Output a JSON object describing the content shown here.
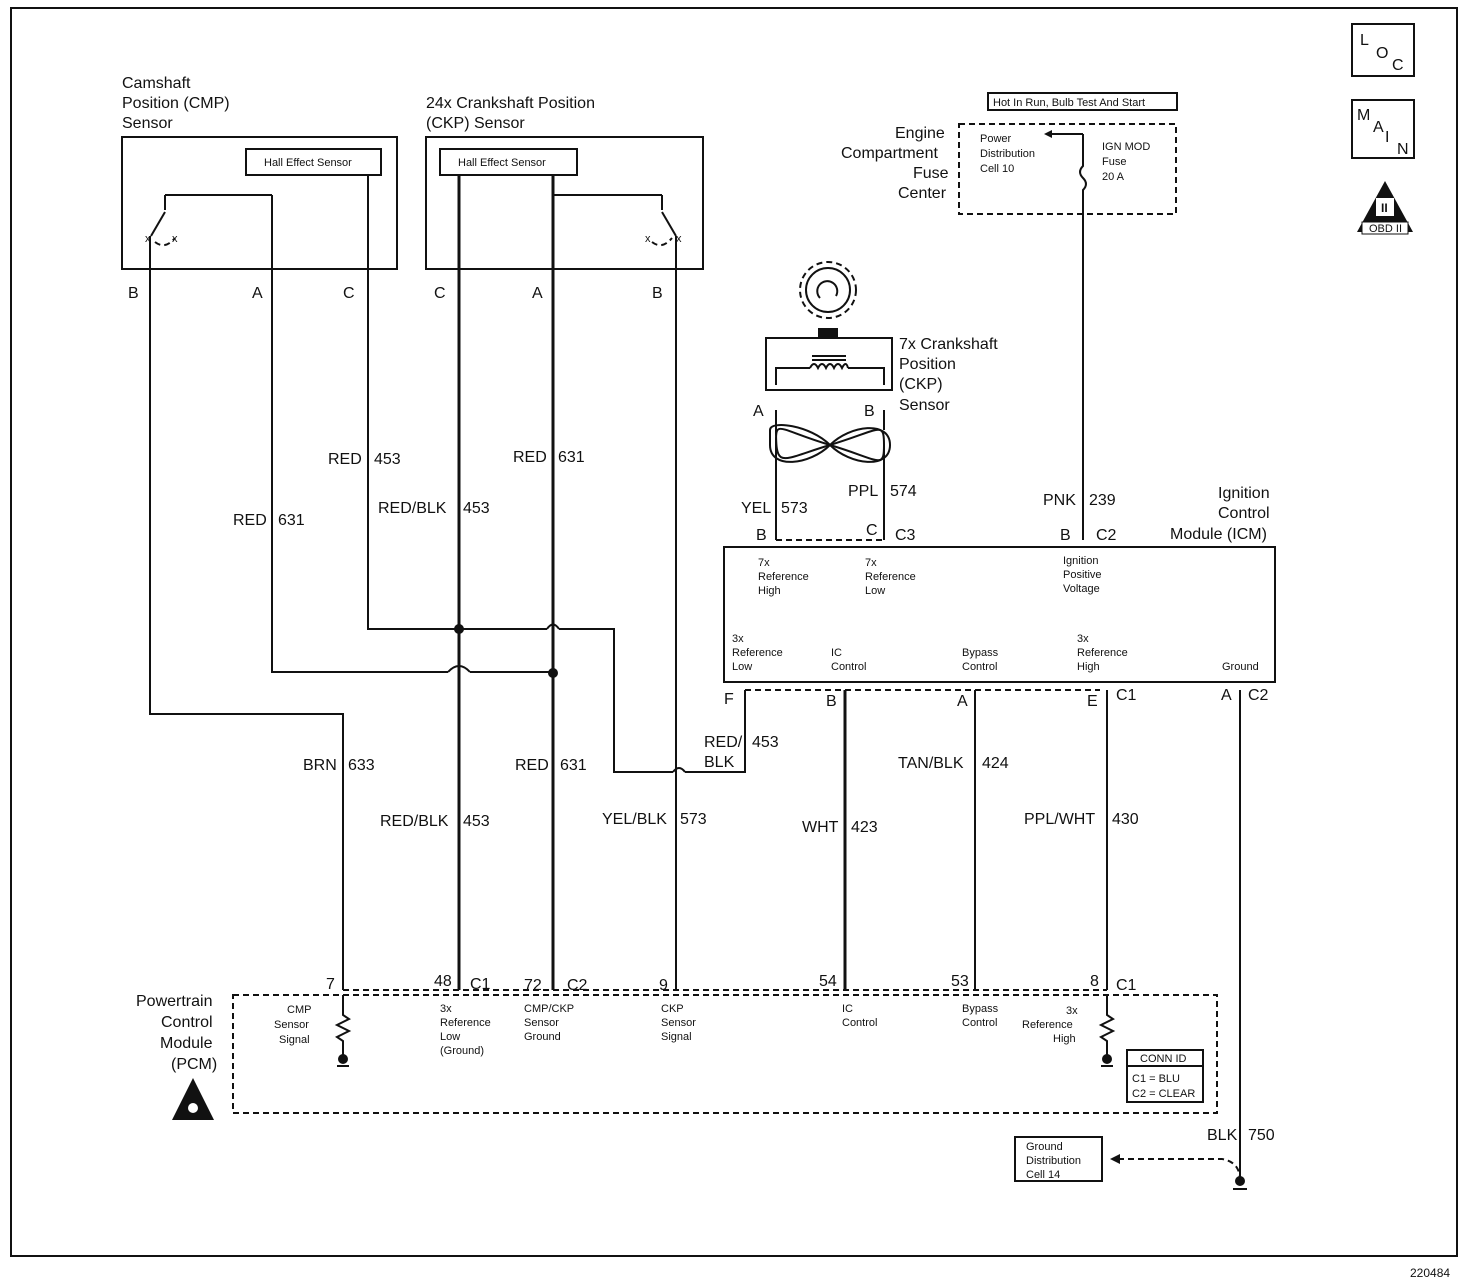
{
  "figure_id": "220484",
  "badges": {
    "loc": [
      "L",
      "O",
      "C"
    ],
    "main": [
      "M",
      "A",
      "I",
      "N"
    ],
    "obd": "OBD II",
    "obd_mark": "II"
  },
  "cmp_sensor": {
    "title": [
      "Camshaft",
      "Position (CMP)",
      "Sensor"
    ],
    "hall": "Hall Effect Sensor",
    "pins": [
      "B",
      "A",
      "C"
    ]
  },
  "ckp24_sensor": {
    "title": [
      "24x Crankshaft Position",
      "(CKP) Sensor"
    ],
    "hall": "Hall Effect Sensor",
    "pins": [
      "C",
      "A",
      "B"
    ]
  },
  "ckp7_sensor": {
    "title": [
      "7x Crankshaft",
      "Position",
      "(CKP)",
      "Sensor"
    ],
    "pins": [
      "A",
      "B"
    ]
  },
  "fuse_center": {
    "title": [
      "Engine",
      "Compartment",
      "Fuse",
      "Center"
    ],
    "hot_label": "Hot In Run, Bulb Test And Start",
    "power_dist": [
      "Power",
      "Distribution",
      "Cell 10"
    ],
    "fuse": [
      "IGN MOD",
      "Fuse",
      "20 A"
    ]
  },
  "icm": {
    "title": [
      "Ignition",
      "Control",
      "Module (ICM)"
    ],
    "top_labels": [
      [
        "7x",
        "Reference",
        "High"
      ],
      [
        "7x",
        "Reference",
        "Low"
      ],
      [
        "Ignition",
        "Positive",
        "Voltage"
      ]
    ],
    "bottom_labels": [
      [
        "3x",
        "Reference",
        "Low"
      ],
      [
        "IC",
        "Control"
      ],
      [
        "Bypass",
        "Control"
      ],
      [
        "3x",
        "Reference",
        "High"
      ],
      [
        "Ground"
      ]
    ],
    "top_pins": [
      "B",
      "C",
      "C3",
      "B",
      "C2"
    ],
    "bottom_pins": [
      "F",
      "B",
      "A",
      "E",
      "C1",
      "A",
      "C2"
    ]
  },
  "wires": {
    "cmp_b": [
      "BRN",
      "633"
    ],
    "cmp_a": [
      "RED",
      "631"
    ],
    "cmp_c": [
      "RED",
      "453"
    ],
    "ckp_c_top": [
      "RED/BLK",
      "453"
    ],
    "ckp_a_top": [
      "RED",
      "631"
    ],
    "redblk_icm": [
      "RED/",
      "BLK",
      "453"
    ],
    "ckp_c_bot": [
      "RED/BLK",
      "453"
    ],
    "ckp_a_bot": [
      "RED",
      "631"
    ],
    "ckp_b": [
      "YEL/BLK",
      "573"
    ],
    "yel": [
      "YEL",
      "573"
    ],
    "ppl": [
      "PPL",
      "574"
    ],
    "pnk": [
      "PNK",
      "239"
    ],
    "wht": [
      "WHT",
      "423"
    ],
    "tanblk": [
      "TAN/BLK",
      "424"
    ],
    "pplwht": [
      "PPL/WHT",
      "430"
    ],
    "blk": [
      "BLK",
      "750"
    ]
  },
  "pcm": {
    "title": [
      "Powertrain",
      "Control",
      "Module",
      "(PCM)"
    ],
    "pins": [
      {
        "num": "7",
        "conn": "",
        "label": [
          "CMP",
          "Sensor",
          "Signal"
        ]
      },
      {
        "num": "48",
        "conn": "C1",
        "label": [
          "3x",
          "Reference",
          "Low",
          "(Ground)"
        ]
      },
      {
        "num": "72",
        "conn": "C2",
        "label": [
          "CMP/CKP",
          "Sensor",
          "Ground"
        ]
      },
      {
        "num": "9",
        "conn": "",
        "label": [
          "CKP",
          "Sensor",
          "Signal"
        ]
      },
      {
        "num": "54",
        "conn": "",
        "label": [
          "IC",
          "Control"
        ]
      },
      {
        "num": "53",
        "conn": "",
        "label": [
          "Bypass",
          "Control"
        ]
      },
      {
        "num": "8",
        "conn": "C1",
        "label": [
          "3x",
          "Reference",
          "High"
        ]
      }
    ],
    "conn_id": [
      "CONN ID",
      "C1 = BLU",
      "C2 = CLEAR"
    ]
  },
  "ground_dist": [
    "Ground",
    "Distribution",
    "Cell 14"
  ]
}
